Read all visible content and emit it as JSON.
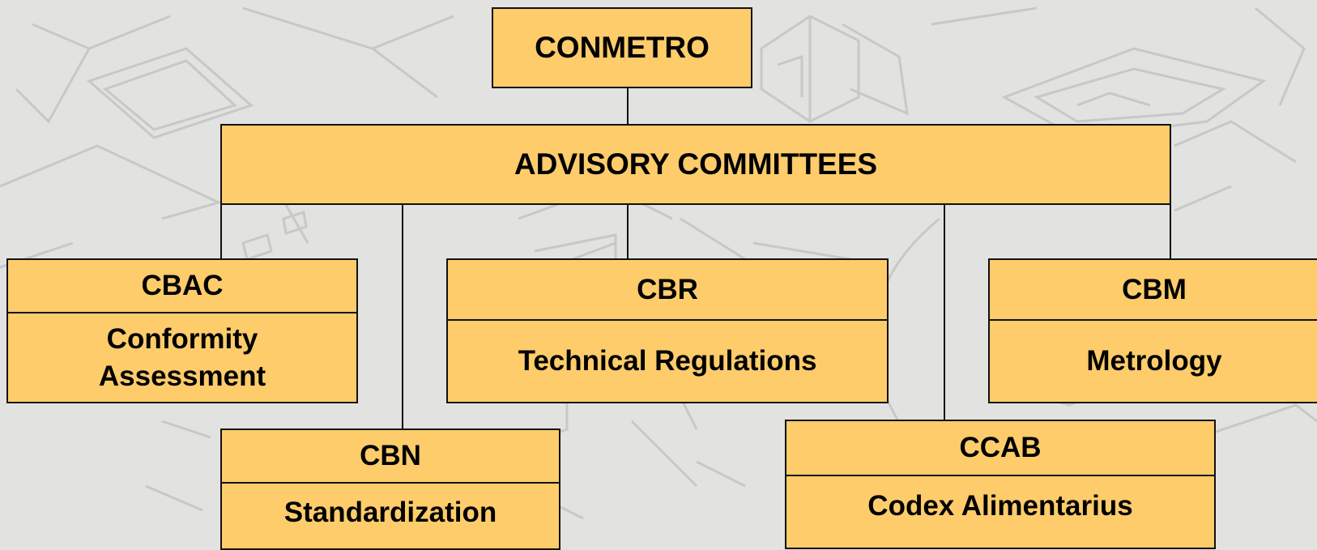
{
  "top": {
    "label": "CONMETRO"
  },
  "committees_header": {
    "label": "ADVISORY COMMITTEES"
  },
  "committees": {
    "cbac": {
      "code": "CBAC",
      "name": "Conformity Assessment"
    },
    "cbn": {
      "code": "CBN",
      "name": "Standardization"
    },
    "cbr": {
      "code": "CBR",
      "name": "Technical Regulations"
    },
    "ccab": {
      "code": "CCAB",
      "name": "Codex Alimentarius"
    },
    "cbm": {
      "code": "CBM",
      "name": "Metrology"
    }
  },
  "colors": {
    "box_fill": "#fecc6a",
    "box_border": "#111111",
    "background": "#e2e2e0",
    "background_sketch": "#c8c8c6"
  }
}
